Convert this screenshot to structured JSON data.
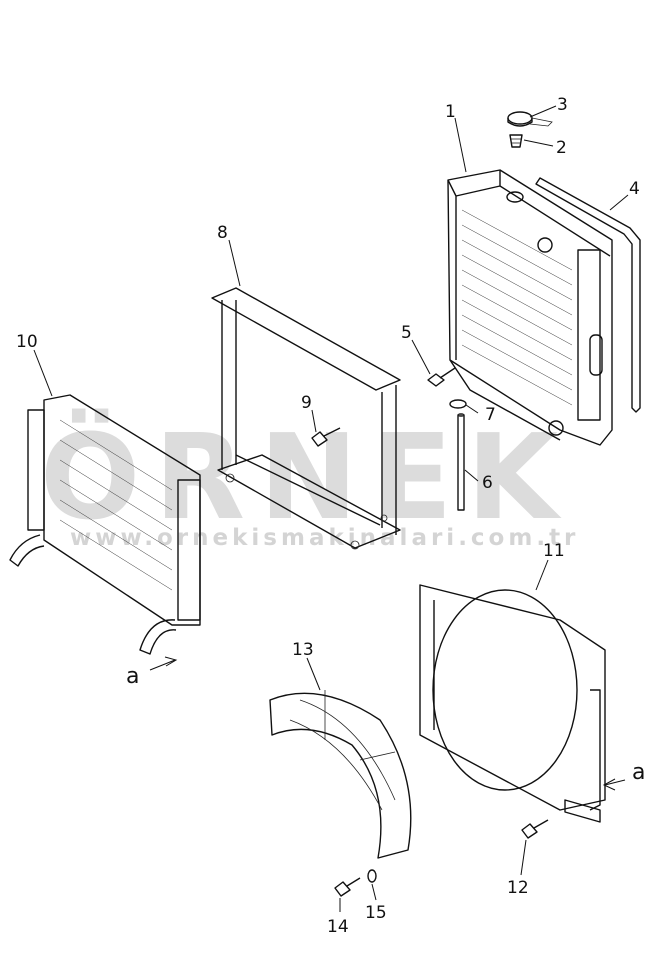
{
  "watermark": {
    "brand": "ÖRNEK",
    "url": "www.ornekismakinalari.com.tr"
  },
  "callouts": [
    "1",
    "2",
    "3",
    "4",
    "5",
    "6",
    "7",
    "8",
    "9",
    "10",
    "11",
    "12",
    "13",
    "14",
    "15"
  ],
  "direction_markers": [
    "a",
    "a"
  ]
}
